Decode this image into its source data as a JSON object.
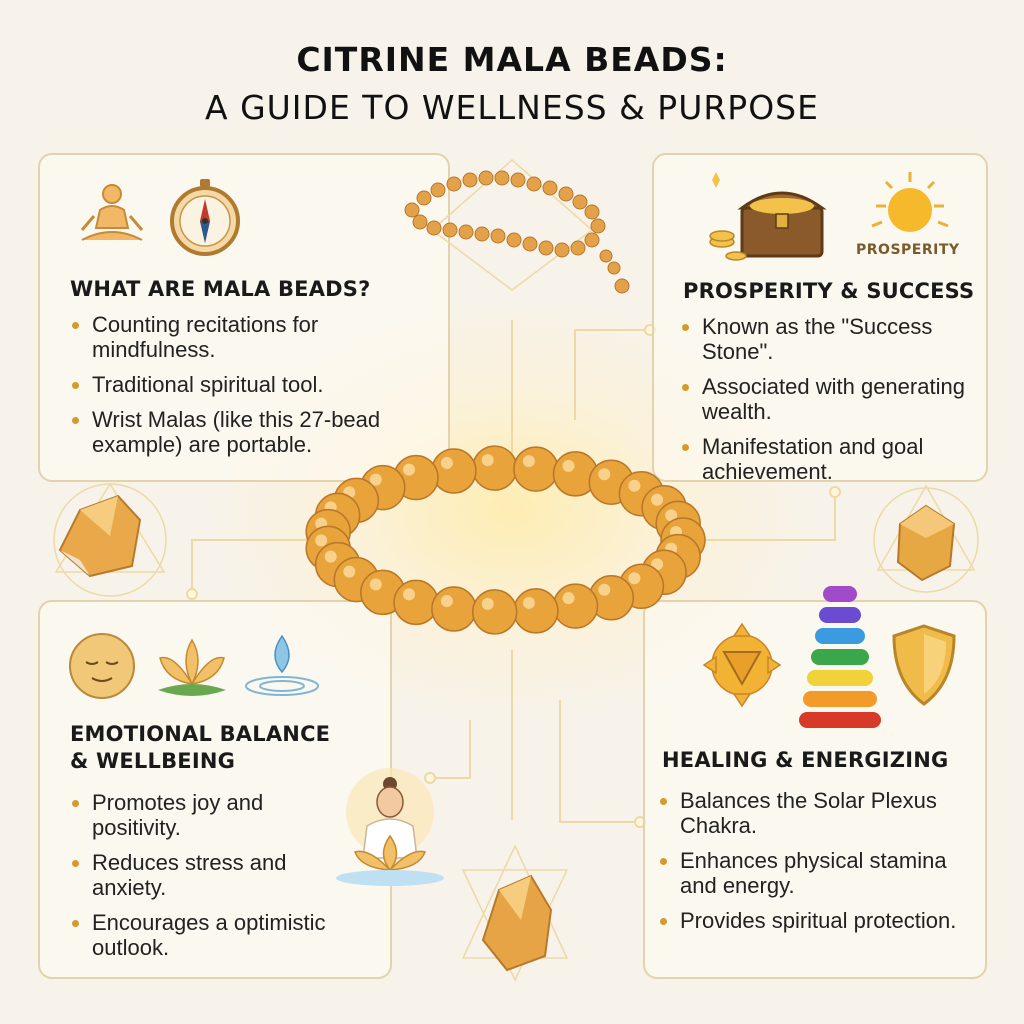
{
  "title": {
    "line1": "CITRINE MALA BEADS:",
    "line2": "A GUIDE TO WELLNESS & PURPOSE"
  },
  "sections": {
    "mala": {
      "heading": "WHAT ARE MALA BEADS?",
      "bullets": [
        "Counting recitations for mindfulness.",
        "Traditional spiritual tool.",
        "Wrist Malas (like this 27-bead example) are portable."
      ],
      "icons": [
        "meditation-icon",
        "compass-icon"
      ]
    },
    "prosperity": {
      "heading": "PROSPERITY & SUCCESS",
      "tag": "PROSPERITY",
      "bullets": [
        "Known as the \"Success Stone\".",
        "Associated with generating wealth.",
        "Manifestation and goal achievement."
      ],
      "icons": [
        "treasure-chest-icon",
        "sun-icon"
      ]
    },
    "emotional": {
      "heading_line1": "EMOTIONAL BALANCE",
      "heading_line2": "& WELLBEING",
      "bullets": [
        "Promotes joy and positivity.",
        "Reduces stress and anxiety.",
        "Encourages a optimistic outlook."
      ],
      "icons": [
        "calm-face-icon",
        "lotus-icon",
        "water-drop-icon"
      ]
    },
    "healing": {
      "heading": "HEALING & ENERGIZING",
      "bullets": [
        "Balances the Solar Plexus Chakra.",
        "Enhances physical stamina and energy.",
        "Provides spiritual protection."
      ],
      "icons": [
        "solar-plexus-icon",
        "chakra-stack-icon",
        "shield-icon"
      ]
    }
  },
  "colors": {
    "background": "#f7f3ea",
    "panel_border": "#e2d3ad",
    "bead": "#e8a33a",
    "bullet": "#d49a2e",
    "accent_gold": "#f2b233"
  }
}
